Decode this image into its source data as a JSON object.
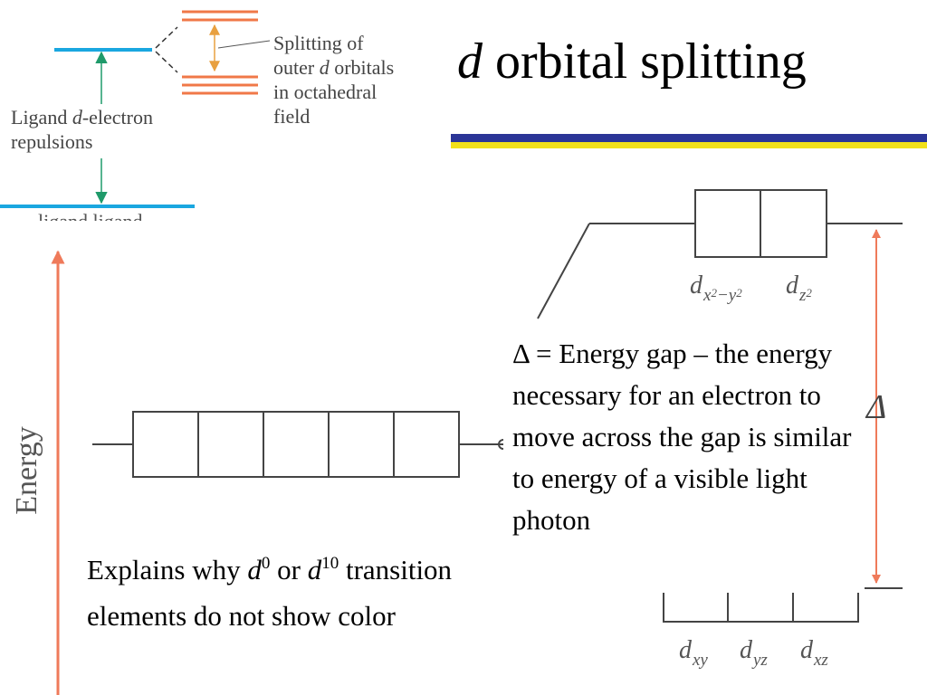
{
  "title": {
    "italic": "d",
    "rest": " orbital splitting"
  },
  "inset": {
    "splitting_label": [
      "Splitting of",
      "outer ",
      "d",
      " orbitals",
      "in octahedral",
      "field"
    ],
    "repulsion_label": [
      "Ligand ",
      "d",
      "-electron",
      "repulsions"
    ],
    "cut_text": "ligand ligand"
  },
  "axis": {
    "label": "Energy"
  },
  "delta_symbol": "Δ",
  "orbitals": {
    "upper_1": {
      "d": "d",
      "sub": "x",
      "sup": "2",
      "mid": "−y",
      "sup2": "2"
    },
    "upper_2": {
      "d": "d",
      "sub": "z",
      "sup": "2"
    },
    "lower_1": {
      "d": "d",
      "sub": "xy"
    },
    "lower_2": {
      "d": "d",
      "sub": "yz"
    },
    "lower_3": {
      "d": "d",
      "sub": "xz"
    }
  },
  "delta_description": "Δ = Energy gap – the energy necessary for an electron to move across the gap is similar to energy of a visible light photon",
  "explanation": {
    "part1": "Explains why ",
    "d1": "d",
    "sup1": "0",
    "part2": " or ",
    "d2": "d",
    "sup2": "10",
    "part3": " transition elements do not show color"
  },
  "colors": {
    "blue_level": "#1aa7e0",
    "orange_level": "#f07848",
    "green_arrow": "#1f9a6a",
    "band_navy": "#2b3597",
    "band_yellow": "#f2e01a",
    "energy_arrow": "#ef7a5a",
    "delta_arrow": "#ef7a5a"
  }
}
